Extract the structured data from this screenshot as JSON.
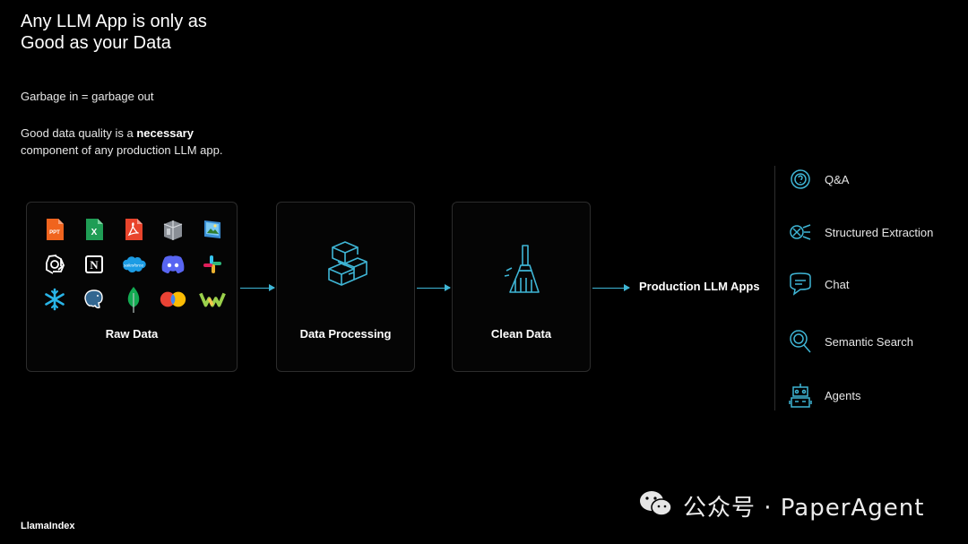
{
  "header": {
    "title_line1": "Any LLM App is only as",
    "title_line2": "Good as your Data",
    "subtitle1": "Garbage in = garbage out",
    "subtitle2_pre": "Good data quality is a ",
    "subtitle2_bold": "necessary",
    "subtitle2_post": "component of any production LLM app."
  },
  "boxes": {
    "raw": "Raw Data",
    "processing": "Data Processing",
    "clean": "Clean Data"
  },
  "output_label": "Production LLM Apps",
  "use_cases": [
    "Q&A",
    "Structured Extraction",
    "Chat",
    "Semantic Search",
    "Agents"
  ],
  "raw_sources": {
    "ppt_text": "PPT",
    "excel_text": "X",
    "notion_text": "N",
    "salesforce_text": "salesforce"
  },
  "icons": {
    "raw_sources": [
      "ppt-icon",
      "excel-icon",
      "pdf-icon",
      "web-icon",
      "image-icon",
      "openai-icon",
      "notion-icon",
      "salesforce-icon",
      "discord-icon",
      "slack-icon",
      "snowflake-icon",
      "postgres-icon",
      "mongodb-icon",
      "looker-icon",
      "weaviate-icon"
    ],
    "processing": "cube-link-icon",
    "clean": "broom-icon",
    "use_cases": [
      "qa-icon",
      "extraction-icon",
      "chat-icon",
      "search-icon",
      "agents-icon"
    ]
  },
  "colors": {
    "accent": "#3fb6d6",
    "background": "#000000"
  },
  "footer": "LlamaIndex",
  "watermark": "公众号 · PaperAgent"
}
